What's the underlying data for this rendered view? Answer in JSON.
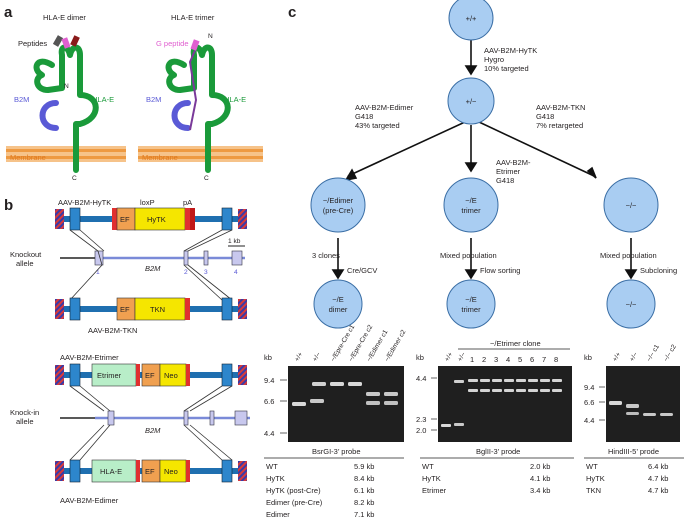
{
  "colors": {
    "hla_green": "#1a9a3a",
    "b2m_blue": "#5a5ad6",
    "peptide_purple": "#e060d0",
    "membrane_orange": "#f0a050",
    "arm_blue": "#1f6fb0",
    "yellow": "#f5e600",
    "node_fill": "#a9cdf2",
    "gel": "#222222"
  },
  "panel_a": {
    "label": "a",
    "dimer": {
      "title": "HLA-E dimer",
      "peptides": "Peptides",
      "b2m": "B2M",
      "hla": "HLA-E",
      "n": "N",
      "c": "C",
      "membrane": "Membrane"
    },
    "trimer": {
      "title": "HLA-E trimer",
      "peptide": "G peptide",
      "b2m": "B2M",
      "hla": "HLA-E",
      "n": "N",
      "c": "C",
      "membrane": "Membrane"
    }
  },
  "panel_b": {
    "label": "b",
    "vec_hytk": {
      "title": "AAV-B2M-HyTK",
      "loxp": "loxP",
      "pa": "pA",
      "ef": "EF",
      "gene": "HyTK"
    },
    "knockout": {
      "label1": "Knockout",
      "label2": "allele",
      "gene": "B2M",
      "scale": "1 kb",
      "exons": [
        "1",
        "2",
        "3",
        "4"
      ]
    },
    "vec_tkn": {
      "title": "AAV-B2M-TKN",
      "ef": "EF",
      "gene": "TKN"
    },
    "vec_etrimer": {
      "title": "AAV-B2M-Etrimer",
      "gene": "Etrimer",
      "ef": "EF",
      "neo": "Neo"
    },
    "knockin": {
      "label1": "Knock-in",
      "label2": "allele",
      "gene": "B2M"
    },
    "vec_edimer": {
      "title": "AAV-B2M-Edimer",
      "gene": "HLA-E",
      "ef": "EF",
      "neo": "Neo"
    }
  },
  "panel_c": {
    "label": "c",
    "nodes": {
      "wt": "+/+",
      "het": "+/−",
      "edimer_precre_1": "−/Edimer",
      "edimer_precre_2": "(pre-Cre)",
      "etrimer_1": "−/E",
      "etrimer_2": "trimer",
      "ko": "−/−",
      "edimer_1": "−/E",
      "edimer_2": "dimer",
      "etrimer_sorted_1": "−/E",
      "etrimer_sorted_2": "trimer",
      "ko_sub": "−/−"
    },
    "steps": {
      "hytk": [
        "AAV-B2M-HyTK",
        "Hygro",
        "10% targeted"
      ],
      "edimer": [
        "AAV-B2M-Edimer",
        "G418",
        "43% targeted"
      ],
      "tkn": [
        "AAV-B2M-TKN",
        "G418",
        "7% retargeted"
      ],
      "etrimer": [
        "AAV-B2M-",
        "Etrimer",
        "G418"
      ]
    },
    "outcomes": {
      "left": [
        "3 clones",
        "Cre/GCV"
      ],
      "mid": [
        "Mixed population",
        "Flow sorting"
      ],
      "right": [
        "Mixed population",
        "Subcloning"
      ]
    },
    "blot1": {
      "kb": "kb",
      "markers": [
        "9.4",
        "6.6",
        "4.4"
      ],
      "lanes": [
        "+/+",
        "+/−",
        "−/Epre-Cre c1",
        "−/Epre-Cre c2",
        "−/Edimer c1",
        "−/Edimer c2"
      ],
      "probe": "BsrGI-3’ probe",
      "table": [
        [
          "WT",
          "5.9 kb"
        ],
        [
          "HyTK",
          "8.4 kb"
        ],
        [
          "HyTK (post-Cre)",
          "6.1 kb"
        ],
        [
          "Edimer (pre-Cre)",
          "8.2 kb"
        ],
        [
          "Edimer",
          "7.1 kb"
        ]
      ]
    },
    "blot2": {
      "header": "−/Etrimer clone",
      "kb": "kb",
      "markers": [
        "4.4",
        "2.3",
        "2.0"
      ],
      "lanes": [
        "+/+",
        "+/−",
        "1",
        "2",
        "3",
        "4",
        "5",
        "6",
        "7",
        "8"
      ],
      "probe": "BglII-3’ prode",
      "table": [
        [
          "WT",
          "2.0 kb"
        ],
        [
          "HyTK",
          "4.1 kb"
        ],
        [
          "Etrimer",
          "3.4 kb"
        ]
      ]
    },
    "blot3": {
      "kb": "kb",
      "markers": [
        "9.4",
        "6.6",
        "4.4"
      ],
      "lanes": [
        "+/+",
        "+/−",
        "−/− c1",
        "−/− c2"
      ],
      "probe": "HindIII-5’ prode",
      "table": [
        [
          "WT",
          "6.4 kb"
        ],
        [
          "HyTK",
          "4.7 kb"
        ],
        [
          "TKN",
          "4.7 kb"
        ]
      ]
    }
  }
}
